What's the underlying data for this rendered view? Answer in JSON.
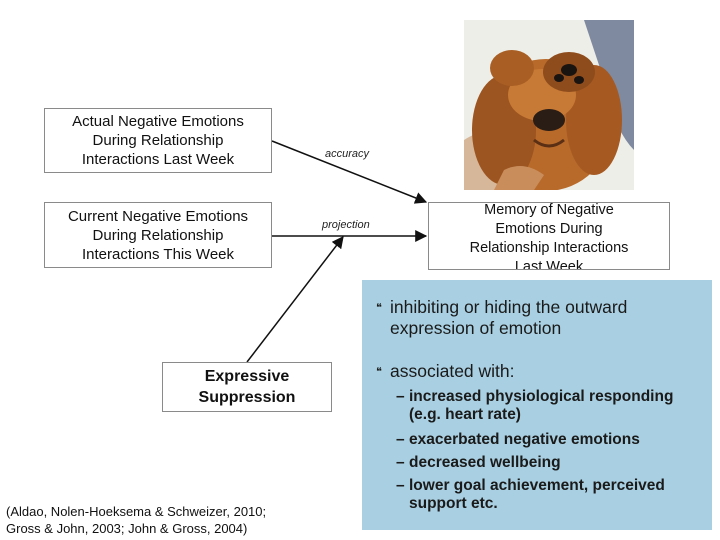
{
  "diagram": {
    "box_actual": "Actual Negative Emotions\nDuring Relationship\nInteractions Last Week",
    "box_current": "Current Negative Emotions\nDuring Relationship\nInteractions This Week",
    "box_memory": "Memory of Negative\nEmotions During\nRelationship Interactions\nLast Week",
    "box_suppression": "Expressive\nSuppression",
    "label_accuracy": "accuracy",
    "label_projection": "projection"
  },
  "info_panel": {
    "bullet_1": "inhibiting or hiding the outward\nexpression of emotion",
    "bullet_2": "associated with:",
    "sub_items": [
      "increased physiological responding\n(e.g. heart rate)",
      "exacerbated negative emotions",
      "decreased wellbeing",
      "lower goal achievement, perceived\nsupport etc."
    ]
  },
  "citation": "(Aldao, Nolen-Hoeksema & Schweizer, 2010;\nGross & John, 2003; John & Gross, 2004)"
}
